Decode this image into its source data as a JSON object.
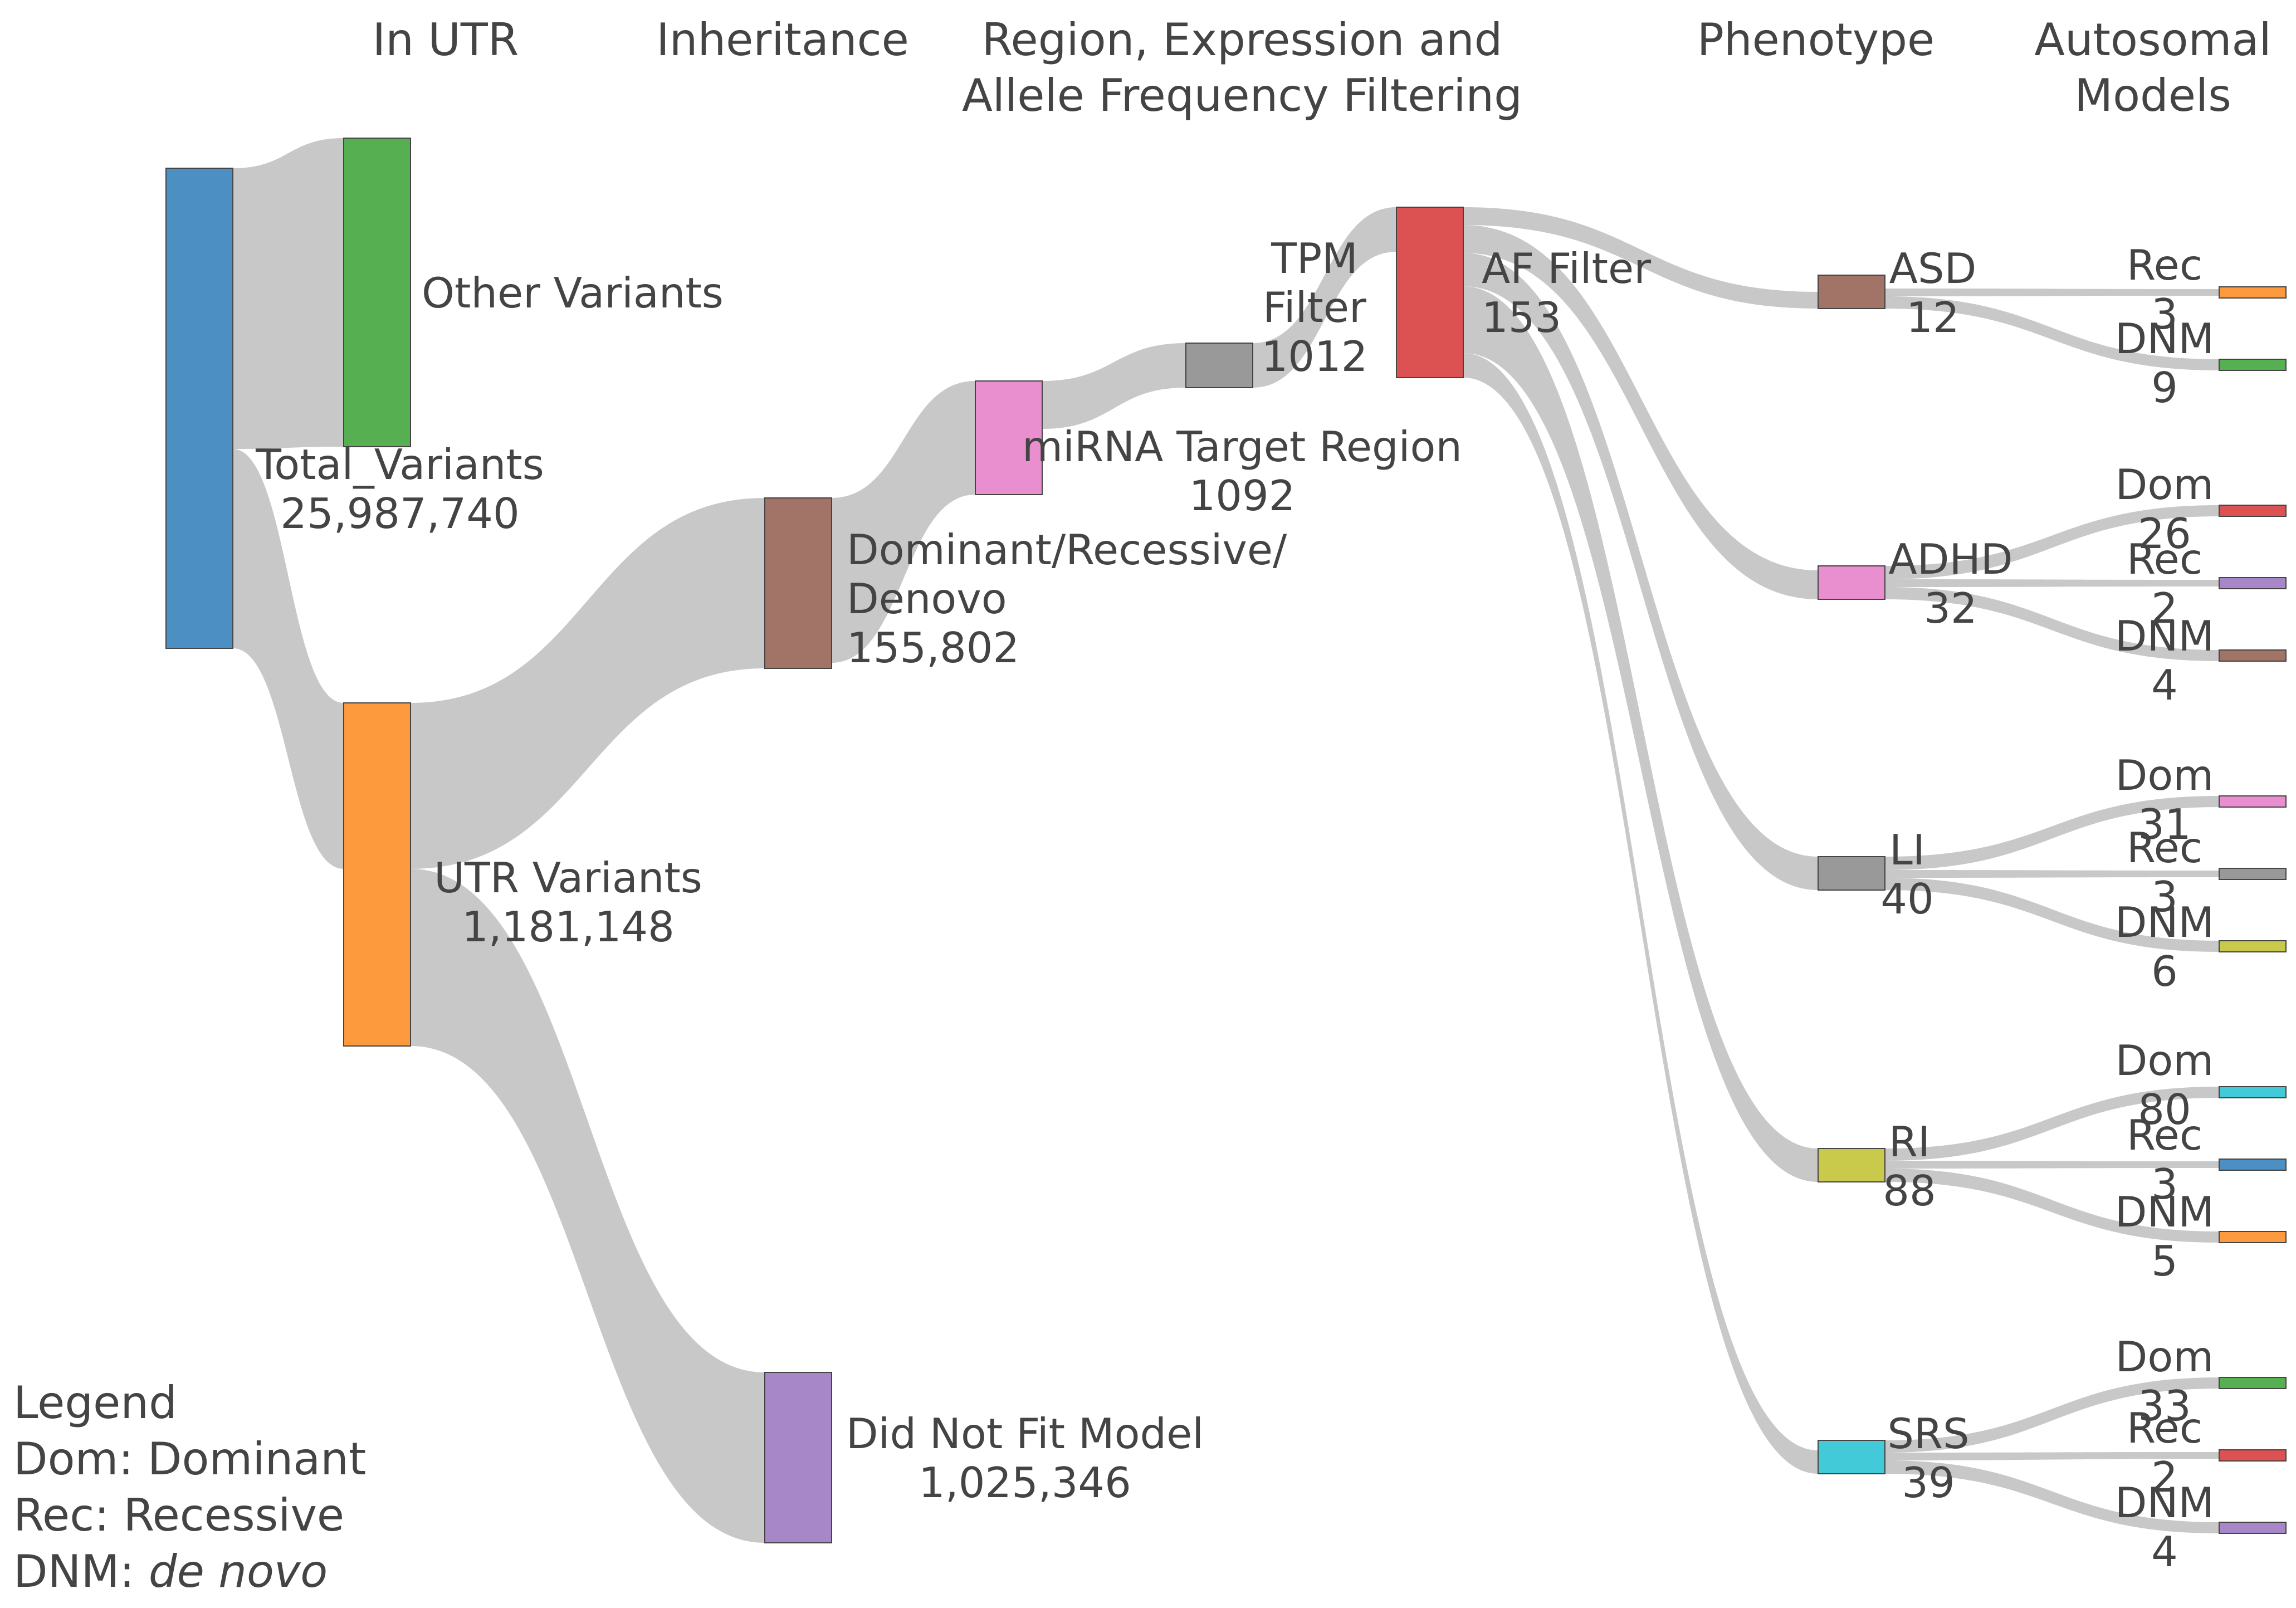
{
  "columns": {
    "in_utr": "In UTR",
    "inheritance": "Inheritance",
    "region_line1": "Region, Expression and",
    "region_line2": "Allele Frequency Filtering",
    "phenotype": "Phenotype",
    "autosomal_line1": "Autosomal",
    "autosomal_line2": "Models"
  },
  "nodes": [
    {
      "id": "total",
      "lines": [
        "Total_Variants",
        "25,987,740"
      ],
      "color": "#4c90c3"
    },
    {
      "id": "other",
      "lines": [
        "Other Variants"
      ],
      "color": "#56b052"
    },
    {
      "id": "utr",
      "lines": [
        "UTR Variants",
        "1,181,148"
      ],
      "color": "#fe9a3e"
    },
    {
      "id": "inherit",
      "lines": [
        "Dominant/Recessive/",
        "Denovo",
        "155,802"
      ],
      "color": "#a27468"
    },
    {
      "id": "notfit",
      "lines": [
        "Did Not Fit Model",
        "1,025,346"
      ],
      "color": "#a887c8"
    },
    {
      "id": "mirna",
      "lines": [
        "miRNA Target Region",
        "1092"
      ],
      "color": "#e98fcf"
    },
    {
      "id": "tpm",
      "lines": [
        "TPM",
        "Filter",
        "1012"
      ],
      "color": "#999999"
    },
    {
      "id": "af",
      "lines": [
        "AF Filter",
        "153"
      ],
      "color": "#dc5252"
    },
    {
      "id": "asd",
      "lines": [
        "ASD",
        "12"
      ],
      "color": "#a27468"
    },
    {
      "id": "adhd",
      "lines": [
        "ADHD",
        "32"
      ],
      "color": "#e98fcf"
    },
    {
      "id": "li",
      "lines": [
        "LI",
        "40"
      ],
      "color": "#999999"
    },
    {
      "id": "ri",
      "lines": [
        "RI",
        "88"
      ],
      "color": "#c9c94c"
    },
    {
      "id": "srs",
      "lines": [
        "SRS",
        "39"
      ],
      "color": "#43cad8"
    },
    {
      "id": "asd_rec",
      "lines": [
        "Rec",
        "3"
      ],
      "color": "#fe9a3e"
    },
    {
      "id": "asd_dnm",
      "lines": [
        "DNM",
        "9"
      ],
      "color": "#56b052"
    },
    {
      "id": "adhd_dom",
      "lines": [
        "Dom",
        "26"
      ],
      "color": "#dc5252"
    },
    {
      "id": "adhd_rec",
      "lines": [
        "Rec",
        "2"
      ],
      "color": "#a887c8"
    },
    {
      "id": "adhd_dnm",
      "lines": [
        "DNM",
        "4"
      ],
      "color": "#a27468"
    },
    {
      "id": "li_dom",
      "lines": [
        "Dom",
        "31"
      ],
      "color": "#e98fcf"
    },
    {
      "id": "li_rec",
      "lines": [
        "Rec",
        "3"
      ],
      "color": "#999999"
    },
    {
      "id": "li_dnm",
      "lines": [
        "DNM",
        "6"
      ],
      "color": "#c9c94c"
    },
    {
      "id": "ri_dom",
      "lines": [
        "Dom",
        "80"
      ],
      "color": "#43cad8"
    },
    {
      "id": "ri_rec",
      "lines": [
        "Rec",
        "3"
      ],
      "color": "#4c90c3"
    },
    {
      "id": "ri_dnm",
      "lines": [
        "DNM",
        "5"
      ],
      "color": "#fe9a3e"
    },
    {
      "id": "srs_dom",
      "lines": [
        "Dom",
        "33"
      ],
      "color": "#56b052"
    },
    {
      "id": "srs_rec",
      "lines": [
        "Rec",
        "2"
      ],
      "color": "#dc5252"
    },
    {
      "id": "srs_dnm",
      "lines": [
        "DNM",
        "4"
      ],
      "color": "#a887c8"
    }
  ],
  "links": [
    {
      "source": "total",
      "target": "other"
    },
    {
      "source": "total",
      "target": "utr",
      "value": 1181148
    },
    {
      "source": "utr",
      "target": "inherit",
      "value": 155802
    },
    {
      "source": "utr",
      "target": "notfit",
      "value": 1025346
    },
    {
      "source": "inherit",
      "target": "mirna",
      "value": 1092
    },
    {
      "source": "mirna",
      "target": "tpm",
      "value": 1012
    },
    {
      "source": "tpm",
      "target": "af",
      "value": 153
    },
    {
      "source": "af",
      "target": "asd",
      "value": 12
    },
    {
      "source": "af",
      "target": "adhd",
      "value": 32
    },
    {
      "source": "af",
      "target": "li",
      "value": 40
    },
    {
      "source": "af",
      "target": "ri",
      "value": 88
    },
    {
      "source": "af",
      "target": "srs",
      "value": 39
    },
    {
      "source": "asd",
      "target": "asd_rec",
      "value": 3
    },
    {
      "source": "asd",
      "target": "asd_dnm",
      "value": 9
    },
    {
      "source": "adhd",
      "target": "adhd_dom",
      "value": 26
    },
    {
      "source": "adhd",
      "target": "adhd_rec",
      "value": 2
    },
    {
      "source": "adhd",
      "target": "adhd_dnm",
      "value": 4
    },
    {
      "source": "li",
      "target": "li_dom",
      "value": 31
    },
    {
      "source": "li",
      "target": "li_rec",
      "value": 3
    },
    {
      "source": "li",
      "target": "li_dnm",
      "value": 6
    },
    {
      "source": "ri",
      "target": "ri_dom",
      "value": 80
    },
    {
      "source": "ri",
      "target": "ri_rec",
      "value": 3
    },
    {
      "source": "ri",
      "target": "ri_dnm",
      "value": 5
    },
    {
      "source": "srs",
      "target": "srs_dom",
      "value": 33
    },
    {
      "source": "srs",
      "target": "srs_rec",
      "value": 2
    },
    {
      "source": "srs",
      "target": "srs_dnm",
      "value": 4
    }
  ],
  "link_color": "#c8c8c8",
  "legend": {
    "title": "Legend",
    "dom": "Dom: Dominant",
    "rec": "Rec: Recessive",
    "dnm_prefix": "DNM: ",
    "dnm_italic": "de novo"
  }
}
